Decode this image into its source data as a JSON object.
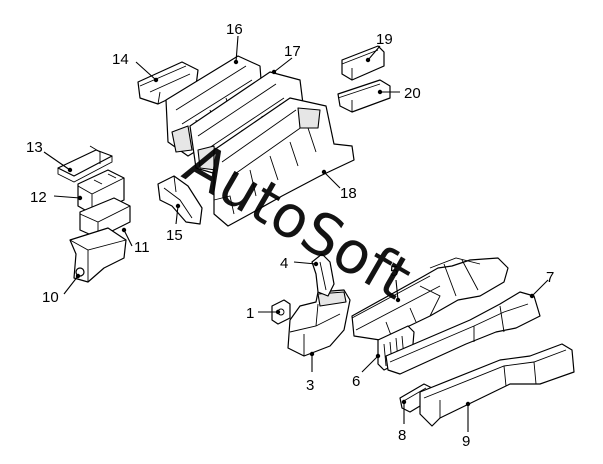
{
  "callouts": {
    "c1": "1",
    "c3": "3",
    "c4": "4",
    "c5": "5",
    "c6": "6",
    "c7": "7",
    "c8": "8",
    "c9": "9",
    "c10": "10",
    "c11": "11",
    "c12": "12",
    "c13": "13",
    "c14": "14",
    "c15": "15",
    "c16": "16",
    "c17": "17",
    "c18": "18",
    "c19": "19",
    "c20": "20"
  },
  "watermark": {
    "text": "AutoSoft"
  }
}
